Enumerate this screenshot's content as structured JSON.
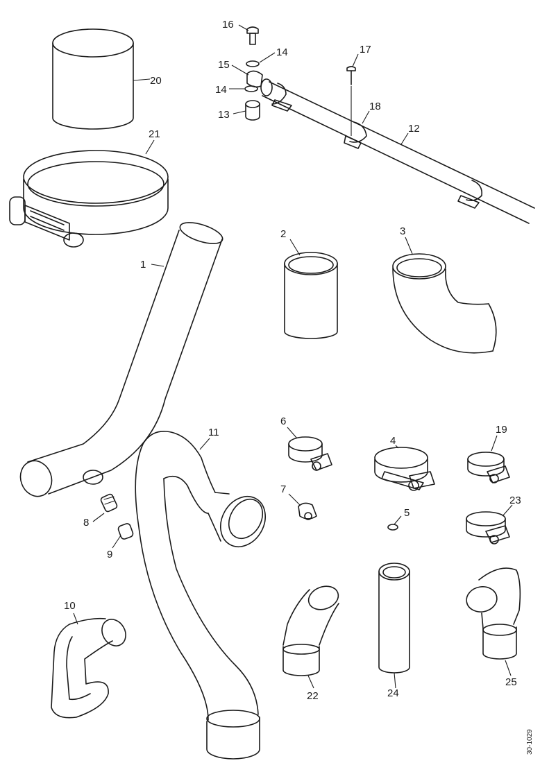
{
  "figure": {
    "drawing_code": "30-1029"
  },
  "callouts": {
    "c1": "1",
    "c2": "2",
    "c3": "3",
    "c4": "4",
    "c5": "5",
    "c6": "6",
    "c7": "7",
    "c8": "8",
    "c9": "9",
    "c10": "10",
    "c11": "11",
    "c12": "12",
    "c13": "13",
    "c14a": "14",
    "c14b": "14",
    "c15": "15",
    "c16": "16",
    "c17": "17",
    "c18": "18",
    "c19": "19",
    "c20": "20",
    "c21": "21",
    "c22": "22",
    "c23": "23",
    "c24": "24",
    "c25": "25"
  }
}
